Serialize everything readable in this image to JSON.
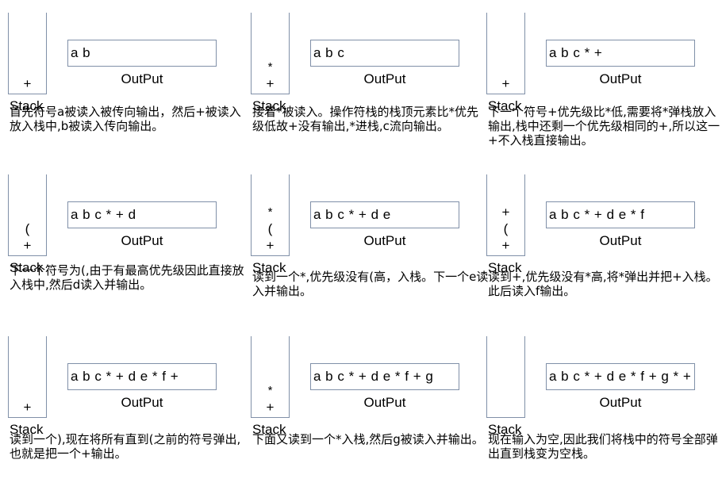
{
  "labels": {
    "stack": "Stack",
    "output": "OutPut"
  },
  "steps": [
    {
      "stack": [
        "+"
      ],
      "output": "a b",
      "description": "首先符号a被读入被传向输出，然后+被读入放入栈中,b被读入传向输出。"
    },
    {
      "stack": [
        "*",
        "+"
      ],
      "output": "a b c",
      "description": "接着*被读入。操作符栈的栈顶元素比*优先级低故+没有输出,*进栈,c流向输出。"
    },
    {
      "stack": [
        "+"
      ],
      "output": "a b c * +",
      "description": "下一个符号+优先级比*低,需要将*弹栈放入输出,栈中还剩一个优先级相同的+,所以这一+不入栈直接输出。"
    },
    {
      "stack": [
        "(",
        "+"
      ],
      "output": "a b c * + d",
      "description": "下一个符号为(,由于有最高优先级因此直接放入栈中,然后d读入并输出。"
    },
    {
      "stack": [
        "*",
        "(",
        "+"
      ],
      "output": "a b c * + d e",
      "description": "读到一个*,优先级没有(高，入栈。下一个e读入并输出。"
    },
    {
      "stack": [
        "+",
        "(",
        "+"
      ],
      "output": "a b c * + d e * f",
      "description": "读到+,优先级没有*高,将*弹出并把+入栈。此后读入f输出。"
    },
    {
      "stack": [
        "+"
      ],
      "output": "a b c * + d e * f +",
      "description": "读到一个),现在将所有直到(之前的符号弹出,也就是把一个+输出。"
    },
    {
      "stack": [
        "*",
        "+"
      ],
      "output": "a b c * + d e * f + g",
      "description": "下面又读到一个*入栈,然后g被读入并输出。"
    },
    {
      "stack": [],
      "output": "a b c * + d e * f + g * +",
      "description": "现在输入为空,因此我们将栈中的符号全部弹出直到栈变为空栈。"
    }
  ]
}
